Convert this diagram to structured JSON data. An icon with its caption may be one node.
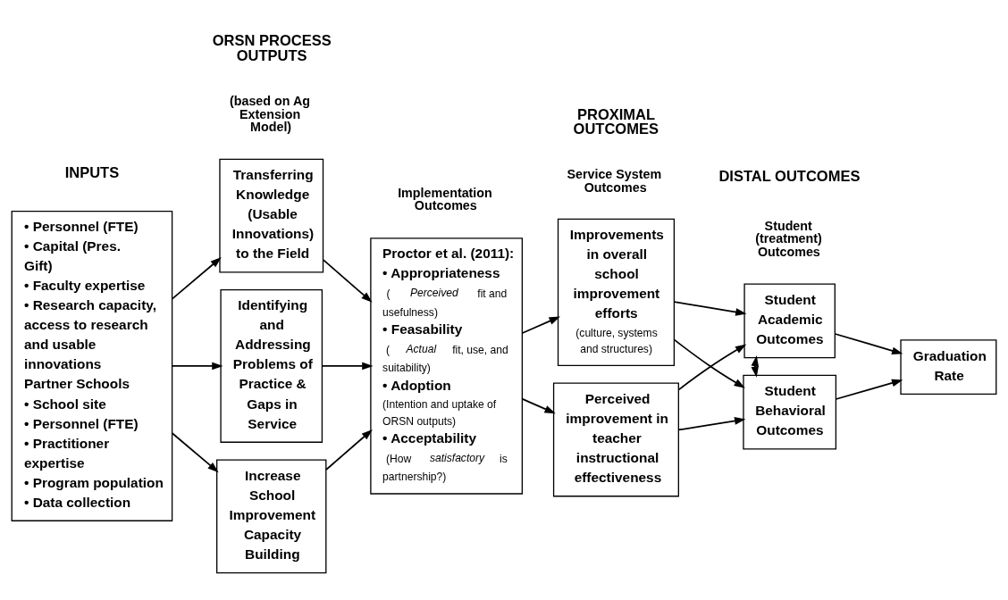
{
  "diagram": {
    "nodes": [
      {
        "text": [
          "• Personnel (FTE)",
          "• Capital (Pres. Gift)",
          "• Faculty expertise",
          "• Research capacity, access to research and usable innovations",
          "Partner Schools",
          "• School site",
          "• Personnel (FTE)",
          "• Practitioner expertise",
          "• Program population",
          "• Data collection"
        ]
      },
      {
        "text": [
          "Transferring Knowledge (Usable Innovations) to the Field"
        ]
      },
      {
        "text": [
          "Identifying and Addressing Problems of Practice & Gaps in Service"
        ]
      },
      {
        "text": [
          "Increase School Improvement Capacity Building"
        ]
      },
      {
        "text": [
          "Proctor et al. (2011):",
          "• Appropriateness",
          "(*Perceived* fit and usefulness)",
          "• Feasability",
          "(*Actual* fit, use, and suitability)",
          "• Adoption",
          "(Intention and uptake of ORSN outputs)",
          "• Acceptability",
          "(How *satisfactory* is partnership?)"
        ]
      },
      {
        "text": [
          "Improvements in overall school improvement efforts",
          "(culture, systems and structures)"
        ]
      },
      {
        "text": [
          "Perceived improvement in teacher instructional effectiveness"
        ]
      },
      {
        "text": [
          "Student Academic Outcomes"
        ]
      },
      {
        "text": [
          "Student Behavioral Outcomes"
        ]
      },
      {
        "text": [
          "Graduation Rate"
        ]
      }
    ],
    "edges": [
      {
        "from": 0,
        "to": 1,
        "arrow": "to"
      },
      {
        "from": 0,
        "to": 2,
        "arrow": "to"
      },
      {
        "from": 0,
        "to": 3,
        "arrow": "to"
      },
      {
        "from": 1,
        "to": 4,
        "arrow": "to"
      },
      {
        "from": 2,
        "to": 4,
        "arrow": "to"
      },
      {
        "from": 3,
        "to": 4,
        "arrow": "to"
      },
      {
        "from": 4,
        "to": 5,
        "arrow": "to"
      },
      {
        "from": 4,
        "to": 6,
        "arrow": "to"
      },
      {
        "from": 5,
        "to": 7,
        "arrow": "to"
      },
      {
        "from": 5,
        "to": 8,
        "arrow": "to"
      },
      {
        "from": 6,
        "to": 7,
        "arrow": "to"
      },
      {
        "from": 6,
        "to": 8,
        "arrow": "to"
      },
      {
        "from": 7,
        "to": 8,
        "arrow": "both"
      },
      {
        "from": 7,
        "to": 9,
        "arrow": "to"
      },
      {
        "from": 8,
        "to": 9,
        "arrow": "to"
      }
    ],
    "labels": [
      "INPUTS",
      "ORSN PROCESS OUTPUTS",
      "(based on Ag Extension Model)",
      "PROXIMAL OUTCOMES",
      "Implementation Outcomes",
      "Service System Outcomes",
      "DISTAL OUTCOMES",
      "Student (treatment) Outcomes"
    ]
  }
}
